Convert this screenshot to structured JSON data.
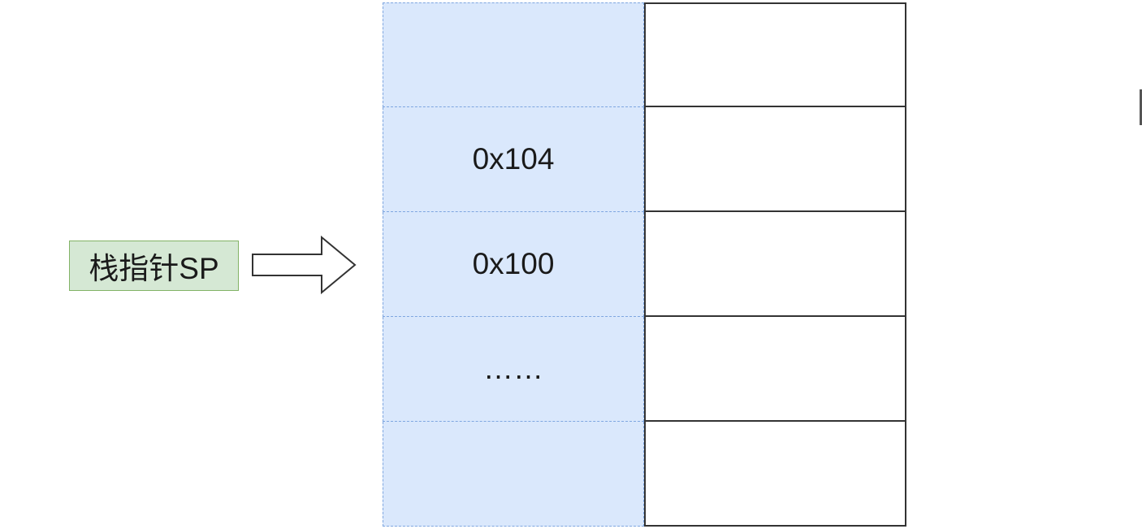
{
  "pointer": {
    "label": "栈指针SP"
  },
  "stack": {
    "addresses": [
      "",
      "0x104",
      "0x100",
      "……",
      ""
    ]
  },
  "colors": {
    "address_fill": "#dae8fc",
    "address_border": "#7ea6e0",
    "label_fill": "#d5e8d4",
    "label_border": "#82b366",
    "outline": "#333333"
  }
}
